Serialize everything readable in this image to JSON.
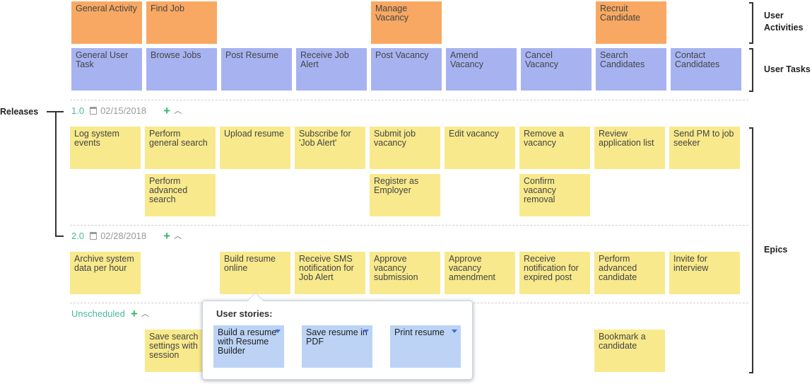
{
  "colors": {
    "activity": "#f8a862",
    "task": "#a7b3f1",
    "epic": "#f8e98c",
    "story": "#bcd3f5",
    "release_accent": "#4db6a0"
  },
  "side_labels": {
    "user_activities": "User Activities",
    "user_tasks": "User Tasks",
    "releases": "Releases",
    "epics": "Epics"
  },
  "activities": [
    "General Activity",
    "Find Job",
    "Manage Vacancy",
    "Recruit Candidate"
  ],
  "tasks": [
    "General User Task",
    "Browse Jobs",
    "Post Resume",
    "Receive Job Alert",
    "Post Vacancy",
    "Amend Vacancy",
    "Cancel Vacancy",
    "Search Candidates",
    "Contact Candidates"
  ],
  "releases": [
    {
      "version": "1.0",
      "date": "02/15/2018"
    },
    {
      "version": "2.0",
      "date": "02/28/2018"
    },
    {
      "version": "Unscheduled"
    }
  ],
  "epics_r1": [
    "Log system events",
    "Perform general search",
    "Upload resume",
    "Subscribe for 'Job Alert'",
    "Submit job vacancy",
    "Edit vacancy",
    "Remove a vacancy",
    "Review application list",
    "Send PM to job seeker",
    "Perform advanced search",
    "Register as Employer",
    "Confirm vacancy removal"
  ],
  "epics_r2": [
    "Archive system data per hour",
    "Build resume online",
    "Receive SMS notification for Job Alert",
    "Approve vacancy submission",
    "Approve vacancy amendment",
    "Receive notification for expired post",
    "Perform advanced candidate",
    "Invite for interview"
  ],
  "epics_unscheduled": [
    "Save search settings with session",
    "Bookmark a candidate"
  ],
  "popup": {
    "title": "User stories:",
    "stories": [
      "Build a resume with Resume Builder",
      "Save resume in PDF",
      "Print resume"
    ]
  }
}
